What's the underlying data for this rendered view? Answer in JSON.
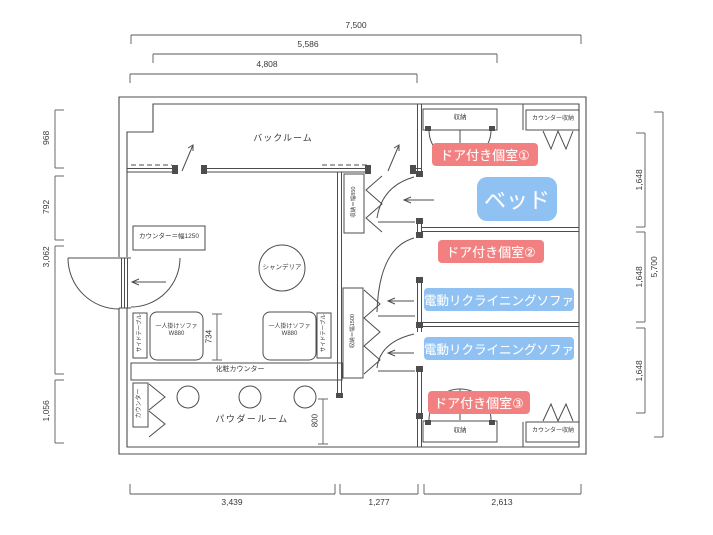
{
  "colors": {
    "line": "#4d4d4d",
    "room_label_bg": "#f28080",
    "furniture_label_bg": "#8fc1f2",
    "label_text": "#ffffff"
  },
  "dims": {
    "top": [
      "7,500",
      "5,586",
      "4,808"
    ],
    "bottom": [
      "3,439",
      "1,277",
      "2,613"
    ],
    "left": [
      "968",
      "792",
      "3,062",
      "1,056"
    ],
    "right": [
      "1,648",
      "1,648",
      "1,648"
    ],
    "right_total": "5,700",
    "sofa_gap": "734",
    "powder_depth": "800"
  },
  "labels": {
    "back_room": "バックルーム",
    "counter_w1250": "カウンター＝幅1250",
    "chandelier": "シャンデリア",
    "storage_w850": "収納＝幅850",
    "storage_w1500": "収納＝幅1500",
    "single_sofa": "一人掛けソファ",
    "single_sofa_width": "W880",
    "side_table": "サイドテーブル",
    "makeup_counter": "化粧カウンター",
    "counter": "カウンター",
    "powder_room": "パウダールーム",
    "storage": "収納",
    "counter_storage": "カウンター収納"
  },
  "annotations": {
    "room1": "ドア付き個室①",
    "room2": "ドア付き個室②",
    "room3": "ドア付き個室③",
    "bed": "ベッド",
    "recliner": "電動リクライニングソファ"
  }
}
